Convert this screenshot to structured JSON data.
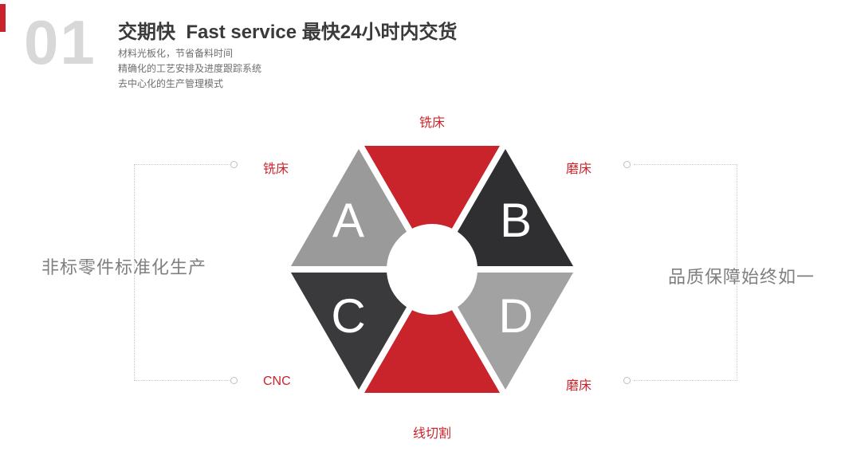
{
  "colors": {
    "accent_red": "#c9242b",
    "dark_triangle": "#2f2f31",
    "dark_triangle_2": "#3a3a3c",
    "gray_triangle": "#9a9a9a",
    "gray_triangle_2": "#a2a2a2",
    "number_gray": "#d8d8d8",
    "caption_gray": "#7f7f7f",
    "dotted_line_gray": "#c9c9c9"
  },
  "header": {
    "index_number": "01",
    "title": "交期快  Fast service 最快24小时内交货",
    "bullets": [
      "材料光板化，节省备料时间",
      "精确化的工艺安排及进度跟踪系统",
      "去中心化的生产管理模式"
    ]
  },
  "diagram": {
    "segments": [
      {
        "position": "top",
        "label": "铣床",
        "letter": "",
        "color": "#c9242b"
      },
      {
        "position": "upper-right",
        "label": "磨床",
        "letter": "B",
        "color": "#2f2f31"
      },
      {
        "position": "lower-right",
        "label": "磨床",
        "letter": "D",
        "color": "#a2a2a2"
      },
      {
        "position": "bottom",
        "label": "线切割",
        "letter": "",
        "color": "#c9242b"
      },
      {
        "position": "lower-left",
        "label": "CNC",
        "letter": "C",
        "color": "#3a3a3c"
      },
      {
        "position": "upper-left",
        "label": "铣床",
        "letter": "A",
        "color": "#9a9a9a"
      }
    ],
    "left_caption": "非标零件标准化生产",
    "right_caption": "品质保障始终如一"
  }
}
